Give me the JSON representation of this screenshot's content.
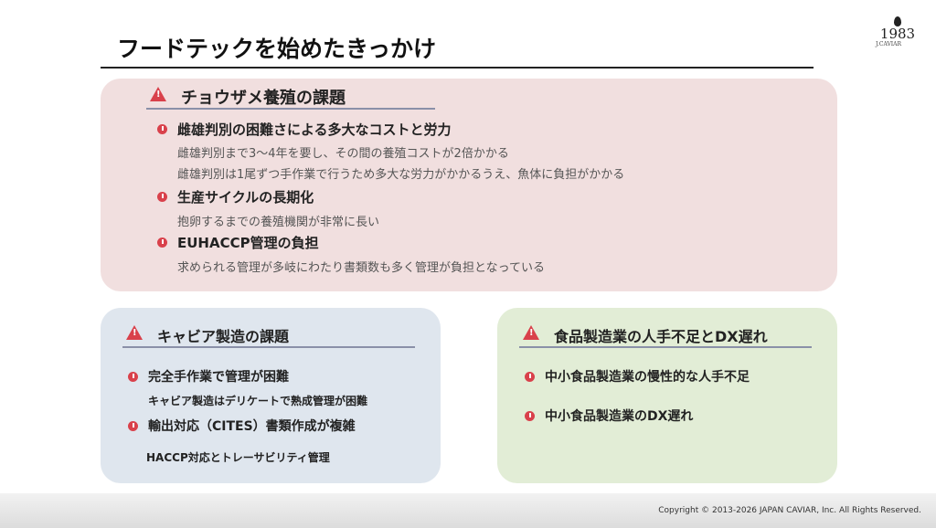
{
  "title": "フードテックを始めたきっかけ",
  "logo": {
    "year": "1983",
    "brand": "J.CAVIAR"
  },
  "sturgeon": {
    "heading": "チョウザメ養殖の課題",
    "items": [
      {
        "label": "雌雄判別の困難さによる多大なコストと労力",
        "details": [
          "雌雄判別まで3〜4年を要し、その間の養殖コストが2倍かかる",
          "雌雄判別は1尾ずつ手作業で行うため多大な労力がかかるうえ、魚体に負担がかかる"
        ]
      },
      {
        "label": "生産サイクルの長期化",
        "details": [
          "抱卵するまでの養殖機関が非常に長い"
        ]
      },
      {
        "label": "EUHACCP管理の負担",
        "details": [
          "求められる管理が多岐にわたり書類数も多く管理が負担となっている"
        ]
      }
    ]
  },
  "caviar": {
    "heading": "キャビア製造の課題",
    "items": [
      {
        "label": "完全手作業で管理が困難",
        "details": [
          "キャビア製造はデリケートで熟成管理が困難"
        ]
      },
      {
        "label": "輸出対応（CITES）書類作成が複雑",
        "details": [
          "HACCP対応とトレーサビリティ管理"
        ]
      }
    ]
  },
  "food": {
    "heading": "食品製造業の人手不足とDX遅れ",
    "items": [
      {
        "label": "中小食品製造業の慢性的な人手不足"
      },
      {
        "label": "中小食品製造業のDX遅れ"
      }
    ]
  },
  "footer": {
    "copyright": "Copyright © 2013-2026 JAPAN CAVIAR, Inc. All Rights Reserved."
  }
}
